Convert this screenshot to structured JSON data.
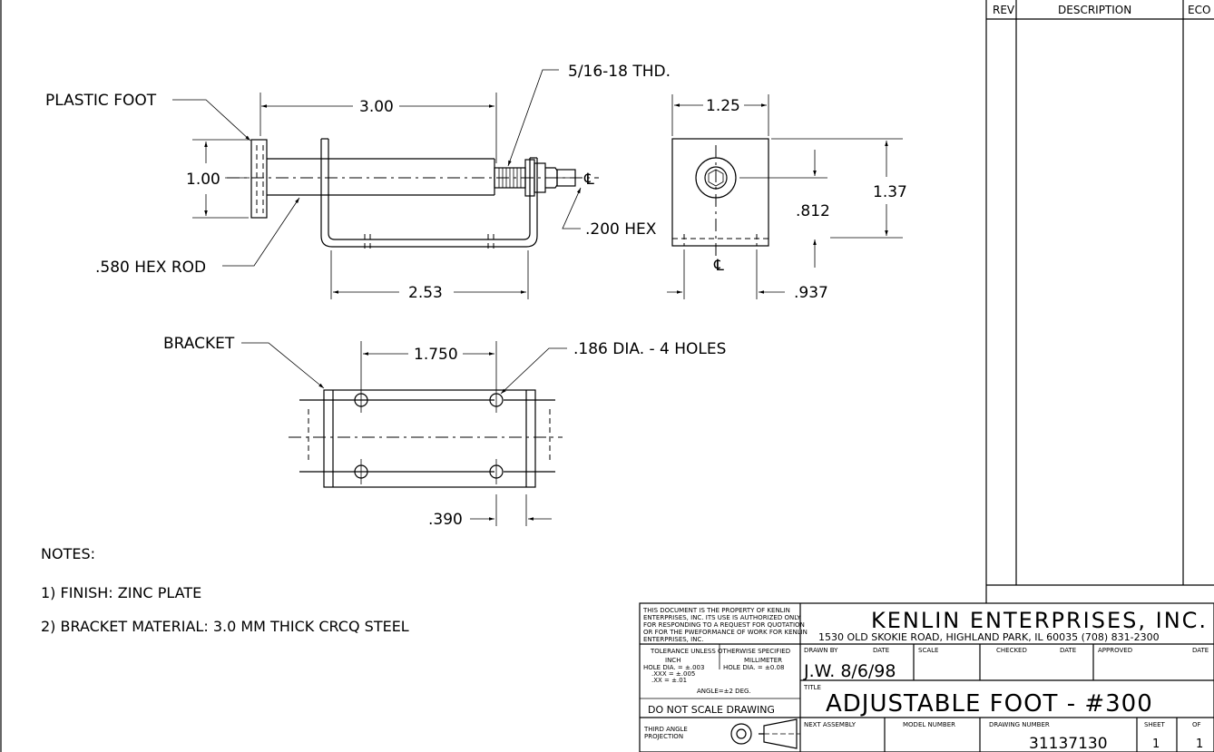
{
  "revision_table": {
    "rev_header": "REV",
    "description_header": "DESCRIPTION",
    "eco_header": "ECO"
  },
  "callouts": {
    "plastic_foot": "PLASTIC FOOT",
    "thread": "5/16-18 THD.",
    "hex_rod": ".580 HEX ROD",
    "hex": ".200 HEX",
    "bracket": "BRACKET",
    "holes": ".186 DIA. - 4 HOLES"
  },
  "dimensions": {
    "overall_length": "3.00",
    "foot_height": "1.00",
    "bracket_length": "2.53",
    "end_width": "1.25",
    "end_height": "1.37",
    "center_height": ".812",
    "end_offset": ".937",
    "hole_spacing": "1.750",
    "edge_offset": ".390",
    "centerline_symbol": "℄"
  },
  "notes": {
    "heading": "NOTES:",
    "items": [
      "1) FINISH: ZINC PLATE",
      "2) BRACKET MATERIAL: 3.0 MM THICK CRCQ STEEL"
    ]
  },
  "title_block": {
    "proprietary": [
      "THIS DOCUMENT IS THE PROPERTY OF KENLIN",
      "ENTERPRISES, INC. ITS USE IS AUTHORIZED ONLY",
      "FOR RESPONDING TO A REQUEST FOR QUOTATION",
      "OR FOR THE PWEFORMANCE OF WORK FOR KENLIN",
      "ENTERPRISES, INC."
    ],
    "company": "KENLIN ENTERPRISES, INC.",
    "address": "1530 OLD SKOKIE ROAD, HIGHLAND PARK, IL 60035 (708) 831-2300",
    "tolerance_header": "TOLERANCE UNLESS OTHERWISE SPECIFIED",
    "inch_label": "INCH",
    "mm_label": "MILLIMETER",
    "tol_inch": [
      "HOLE DIA. = ±.003",
      ".XXX = ±.005",
      ".XX = ±.01"
    ],
    "tol_mm": "HOLE DIA. = ±0.08",
    "angle": "ANGLE=±2 DEG.",
    "do_not_scale": "DO NOT SCALE DRAWING",
    "projection": [
      "THIRD ANGLE",
      "PROJECTION"
    ],
    "drawn_by_label": "DRAWN BY",
    "date_label": "DATE",
    "scale_label": "SCALE",
    "checked_label": "CHECKED",
    "approved_label": "APPROVED",
    "drawn_by_value": "J.W. 8/6/98",
    "title_label": "TITLE",
    "title_value": "ADJUSTABLE FOOT - #300",
    "next_assembly_label": "NEXT ASSEMBLY",
    "model_number_label": "MODEL NUMBER",
    "drawing_number_label": "DRAWING NUMBER",
    "drawing_number": "31137130",
    "sheet_label": "SHEET",
    "of_label": "OF",
    "sheet": "1",
    "of": "1"
  }
}
